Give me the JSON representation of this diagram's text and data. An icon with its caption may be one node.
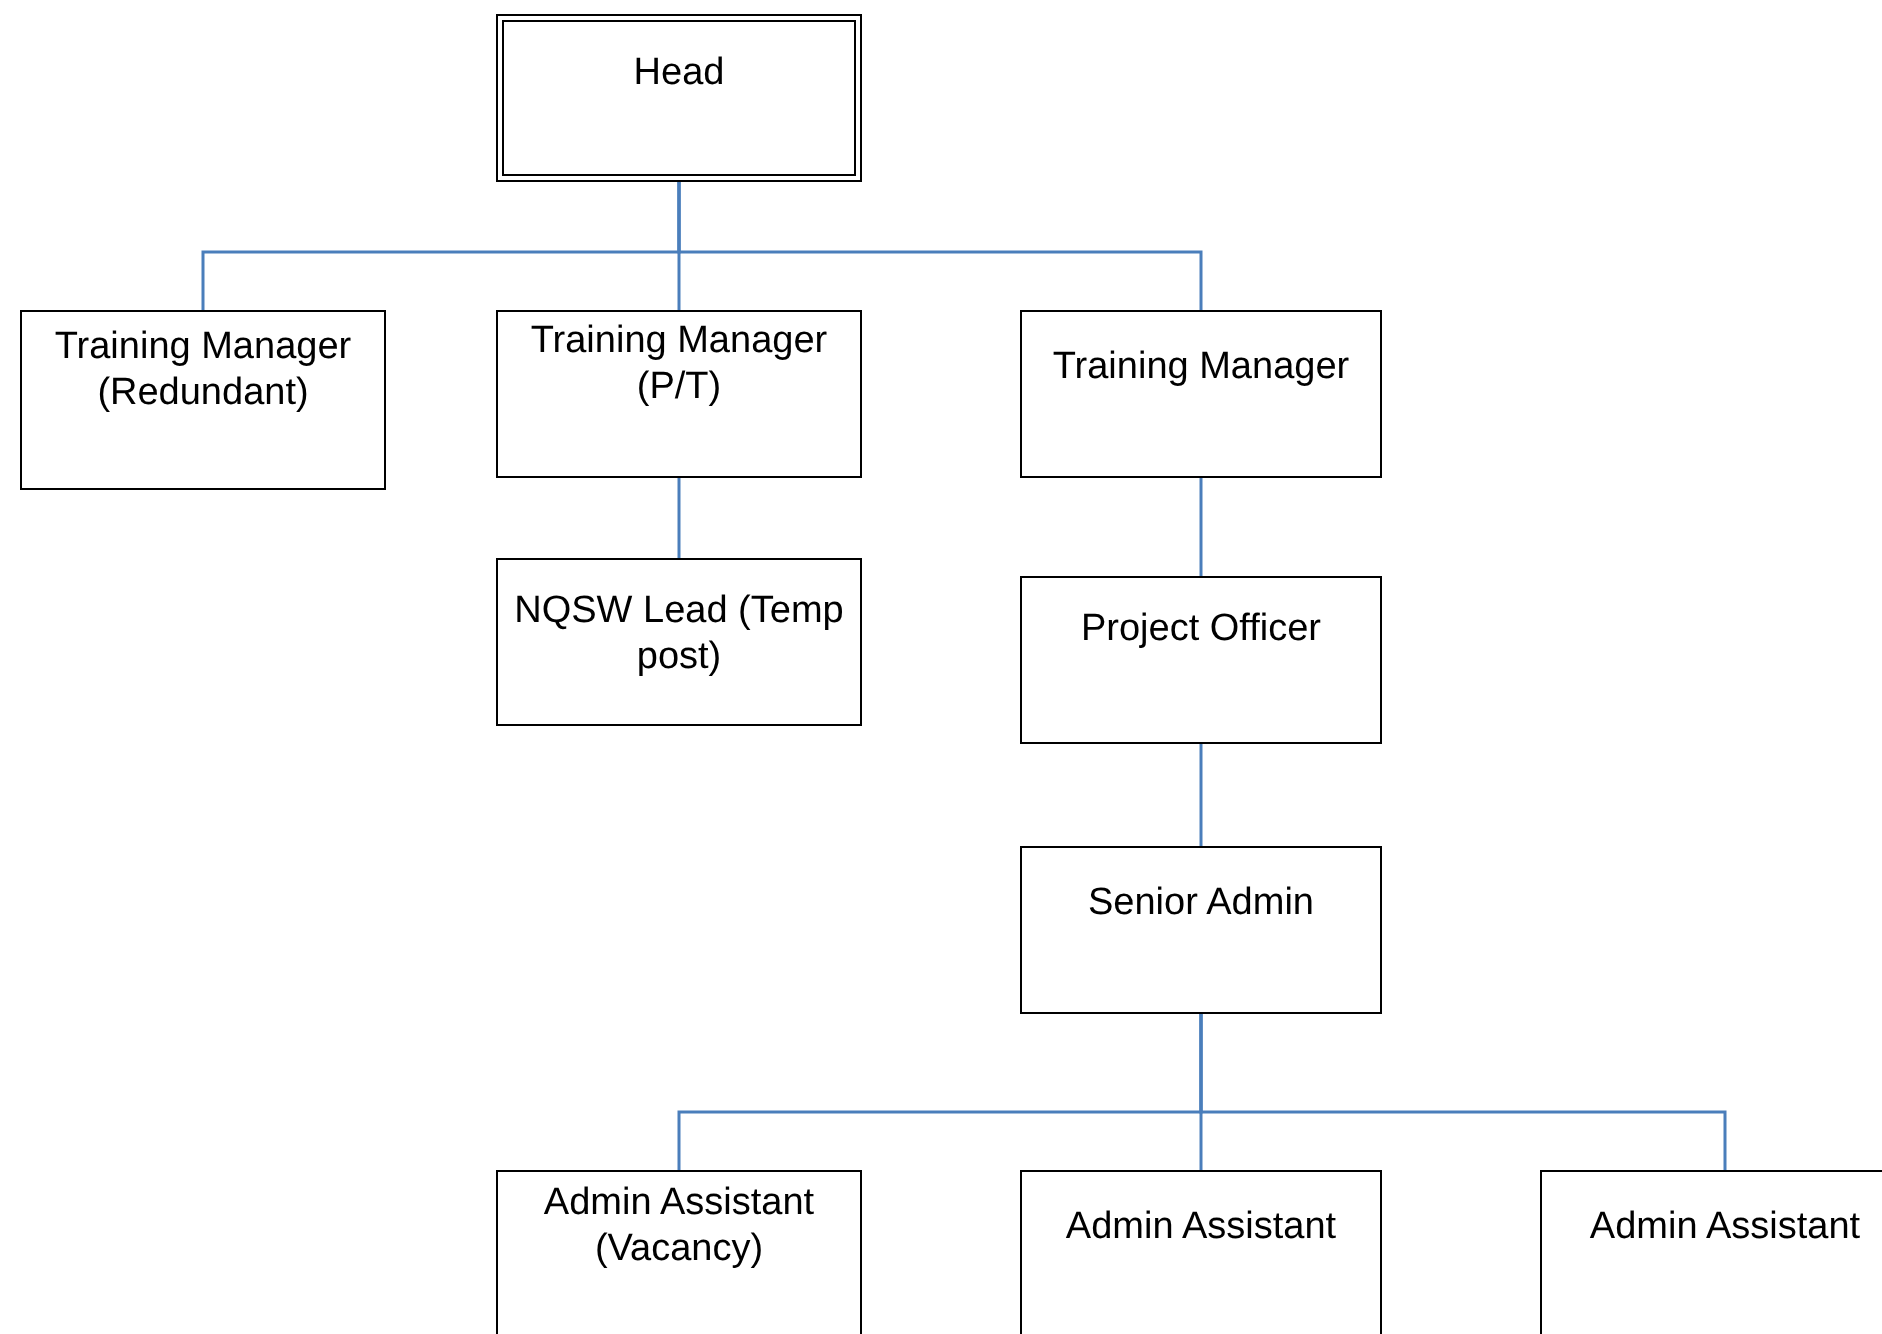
{
  "diagram": {
    "nodes": [
      {
        "text": [
          "Head"
        ]
      },
      {
        "text": [
          "Training Manager (Redundant)"
        ]
      },
      {
        "text": [
          "Training Manager (P/T)"
        ]
      },
      {
        "text": [
          "Training Manager"
        ]
      },
      {
        "text": [
          "NQSW Lead (Temp post)"
        ]
      },
      {
        "text": [
          "Project Officer"
        ]
      },
      {
        "text": [
          "Senior Admin"
        ]
      },
      {
        "text": [
          "Admin Assistant (Vacancy)"
        ]
      },
      {
        "text": [
          "Admin Assistant"
        ]
      },
      {
        "text": [
          "Admin Assistant"
        ]
      }
    ],
    "edges": [
      {
        "from": 0,
        "to": 1,
        "arrow": "none"
      },
      {
        "from": 0,
        "to": 2,
        "arrow": "none"
      },
      {
        "from": 0,
        "to": 3,
        "arrow": "none"
      },
      {
        "from": 2,
        "to": 4,
        "arrow": "none"
      },
      {
        "from": 3,
        "to": 5,
        "arrow": "none"
      },
      {
        "from": 5,
        "to": 6,
        "arrow": "none"
      },
      {
        "from": 6,
        "to": 7,
        "arrow": "none"
      },
      {
        "from": 6,
        "to": 8,
        "arrow": "none"
      },
      {
        "from": 6,
        "to": 9,
        "arrow": "none"
      }
    ]
  }
}
